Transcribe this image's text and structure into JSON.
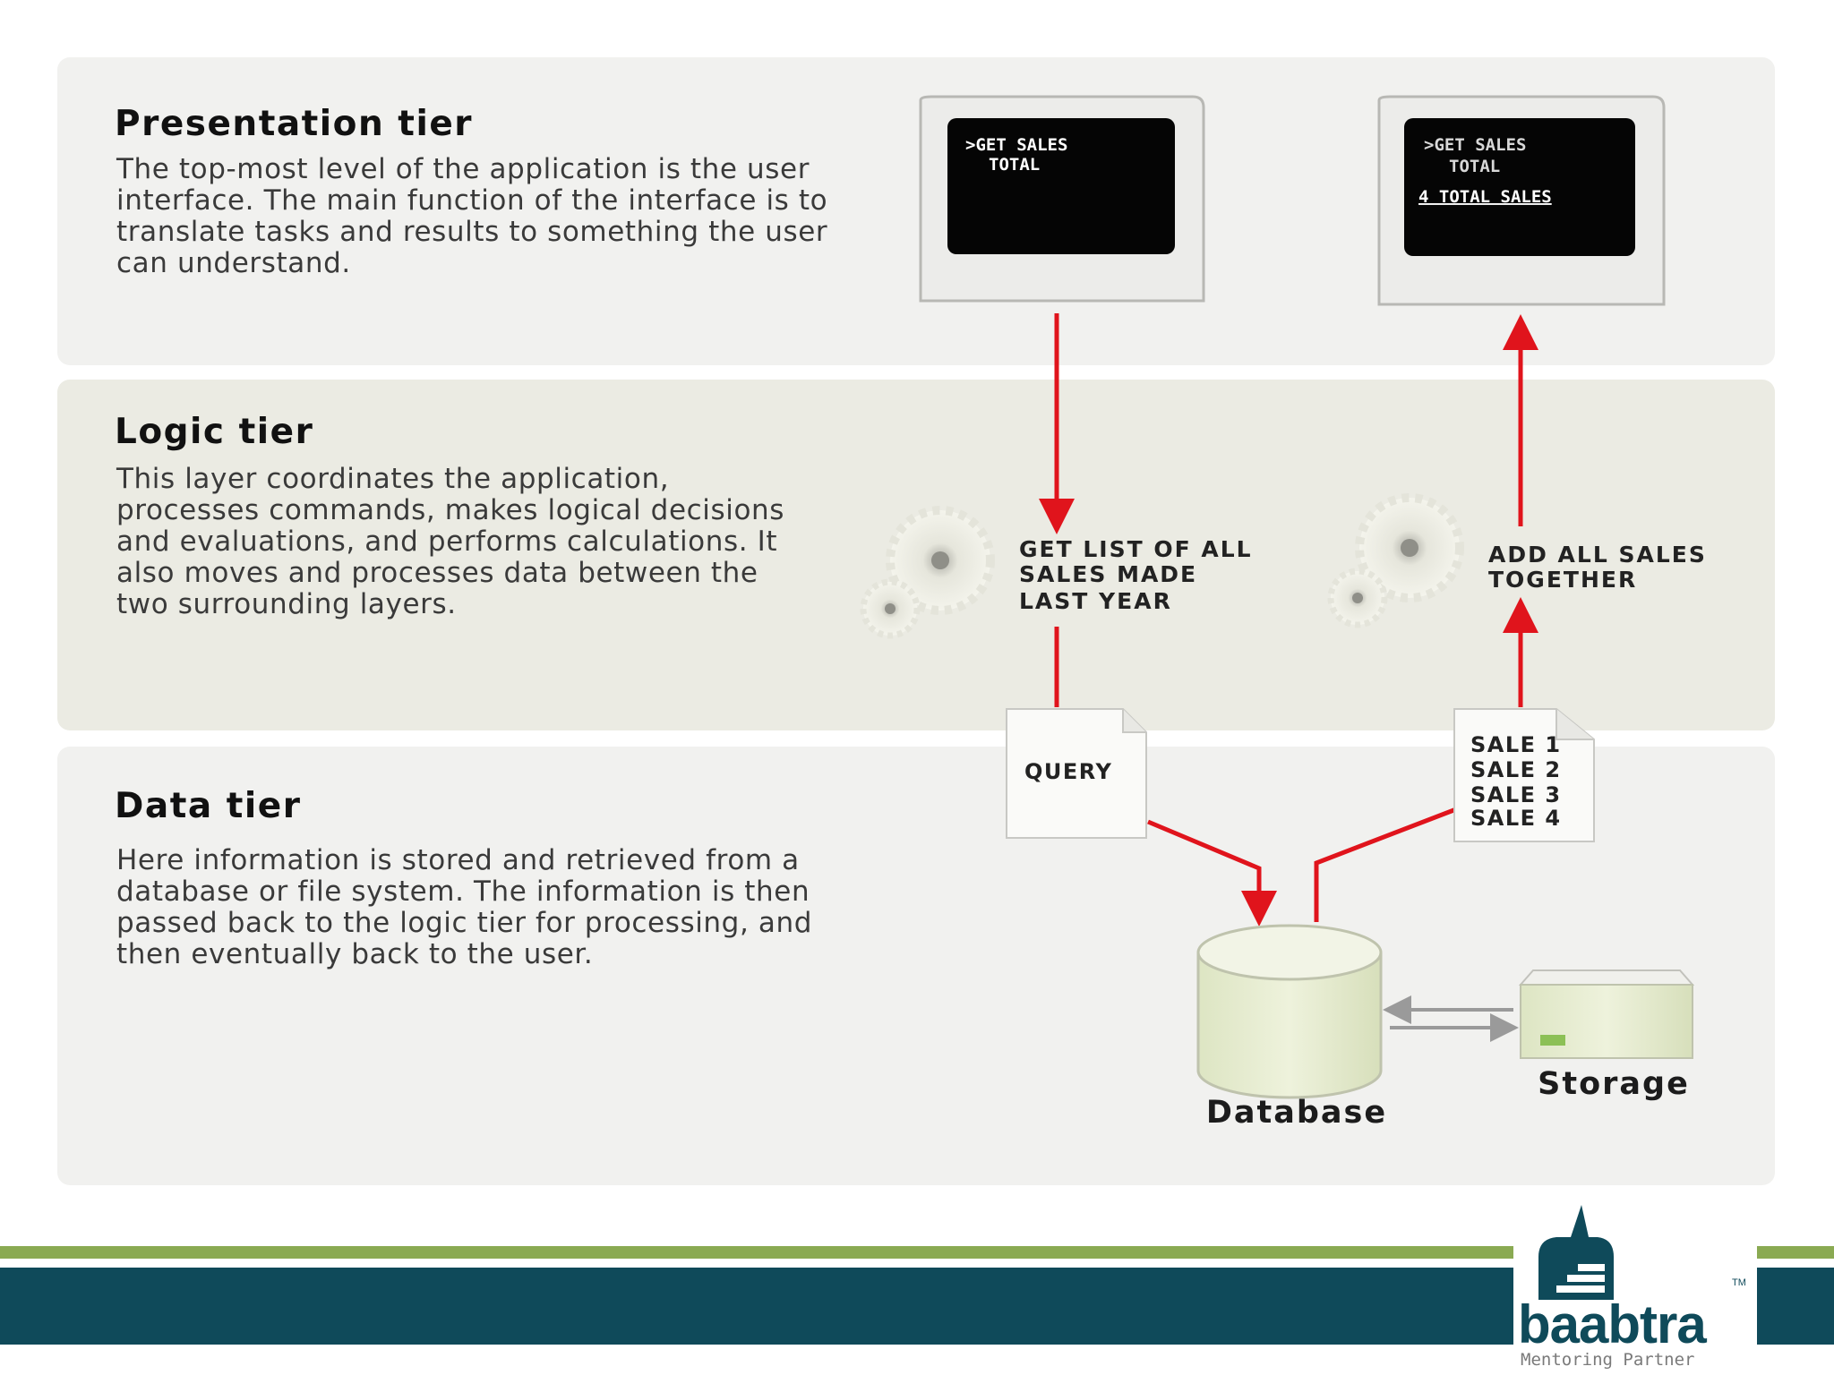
{
  "tiers": {
    "presentation": {
      "title": "Presentation tier",
      "description": "The top-most level of the application is the user interface. The main function of the interface is to translate tasks and results to something the user can understand."
    },
    "logic": {
      "title": "Logic tier",
      "description": "This layer coordinates the application, processes commands, makes logical decisions and evaluations, and performs calculations.  It also moves and processes data between the two surrounding layers."
    },
    "data": {
      "title": "Data tier",
      "description": "Here information is stored and retrieved from a database or file system.  The information is then passed back to the logic tier for processing, and then eventually back to the user."
    }
  },
  "screens": {
    "left": {
      "line1": ">GET SALES",
      "line2": "TOTAL"
    },
    "right": {
      "line1": ">GET SALES",
      "line2": "TOTAL",
      "result": "4 TOTAL SALES"
    }
  },
  "steps": {
    "left": [
      "GET LIST OF ALL",
      "SALES MADE",
      "LAST YEAR"
    ],
    "right": [
      "ADD ALL SALES",
      "TOGETHER"
    ]
  },
  "documents": {
    "query": "QUERY",
    "sales": [
      "SALE 1",
      "SALE 2",
      "SALE 3",
      "SALE 4"
    ]
  },
  "components": {
    "database": "Database",
    "storage": "Storage"
  },
  "logo": {
    "name": "baabtra",
    "tagline": "Mentoring Partner",
    "trademark": "TM"
  },
  "colors": {
    "arrow": "#e0141c",
    "footer_green": "#8aaa52",
    "footer_teal": "#0f4a5a"
  }
}
